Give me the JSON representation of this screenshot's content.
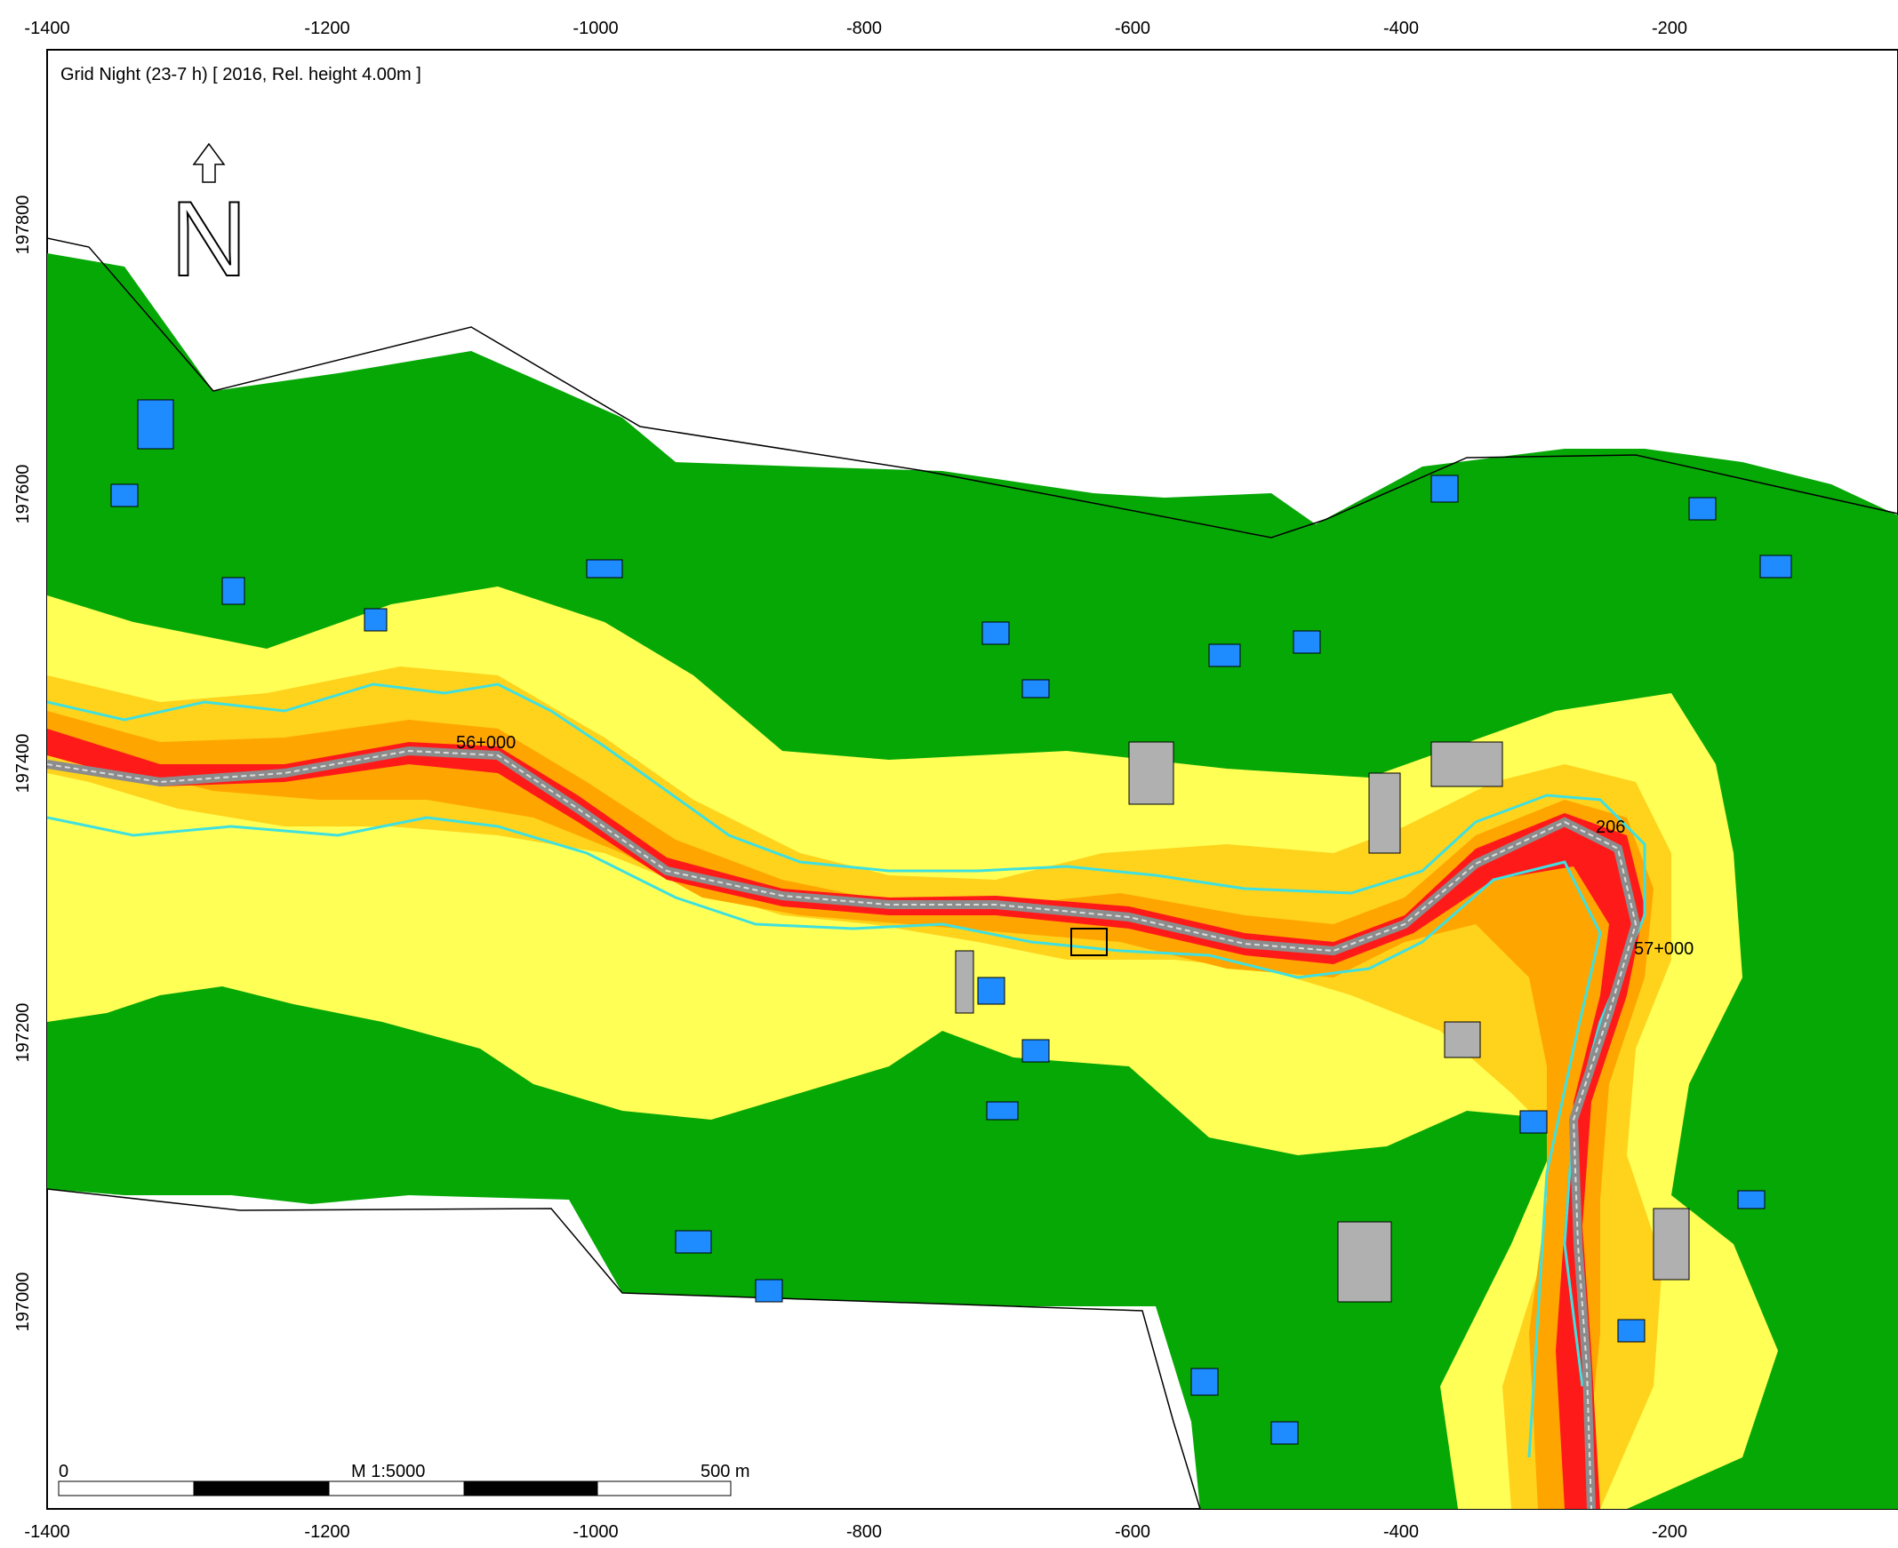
{
  "map": {
    "title": "Grid Night (23-7 h)  [ 2016, Rel. height  4.00m ]",
    "x_ticks": [
      "-1400",
      "-1200",
      "-1000",
      "-800",
      "-600",
      "-400",
      "-200"
    ],
    "y_ticks": [
      "197800",
      "197600",
      "197400",
      "197200",
      "197000"
    ],
    "chainage_labels": [
      "56+000",
      "57+000",
      "206"
    ],
    "scale_bar": {
      "start": "0",
      "ratio": "M 1:5000",
      "end": "500 m"
    },
    "north_arrow": "N",
    "colors": {
      "grass": "#06a806",
      "yellow": "#ffff55",
      "light_orange": "#ffd21c",
      "orange": "#ffa500",
      "red": "#ff1a1a",
      "building": "#1e8cff",
      "building_gray": "#b0b0b0",
      "contour": "#d9d9d9",
      "isoline": "#3fe0e0",
      "road": "#8c8c8c"
    }
  }
}
